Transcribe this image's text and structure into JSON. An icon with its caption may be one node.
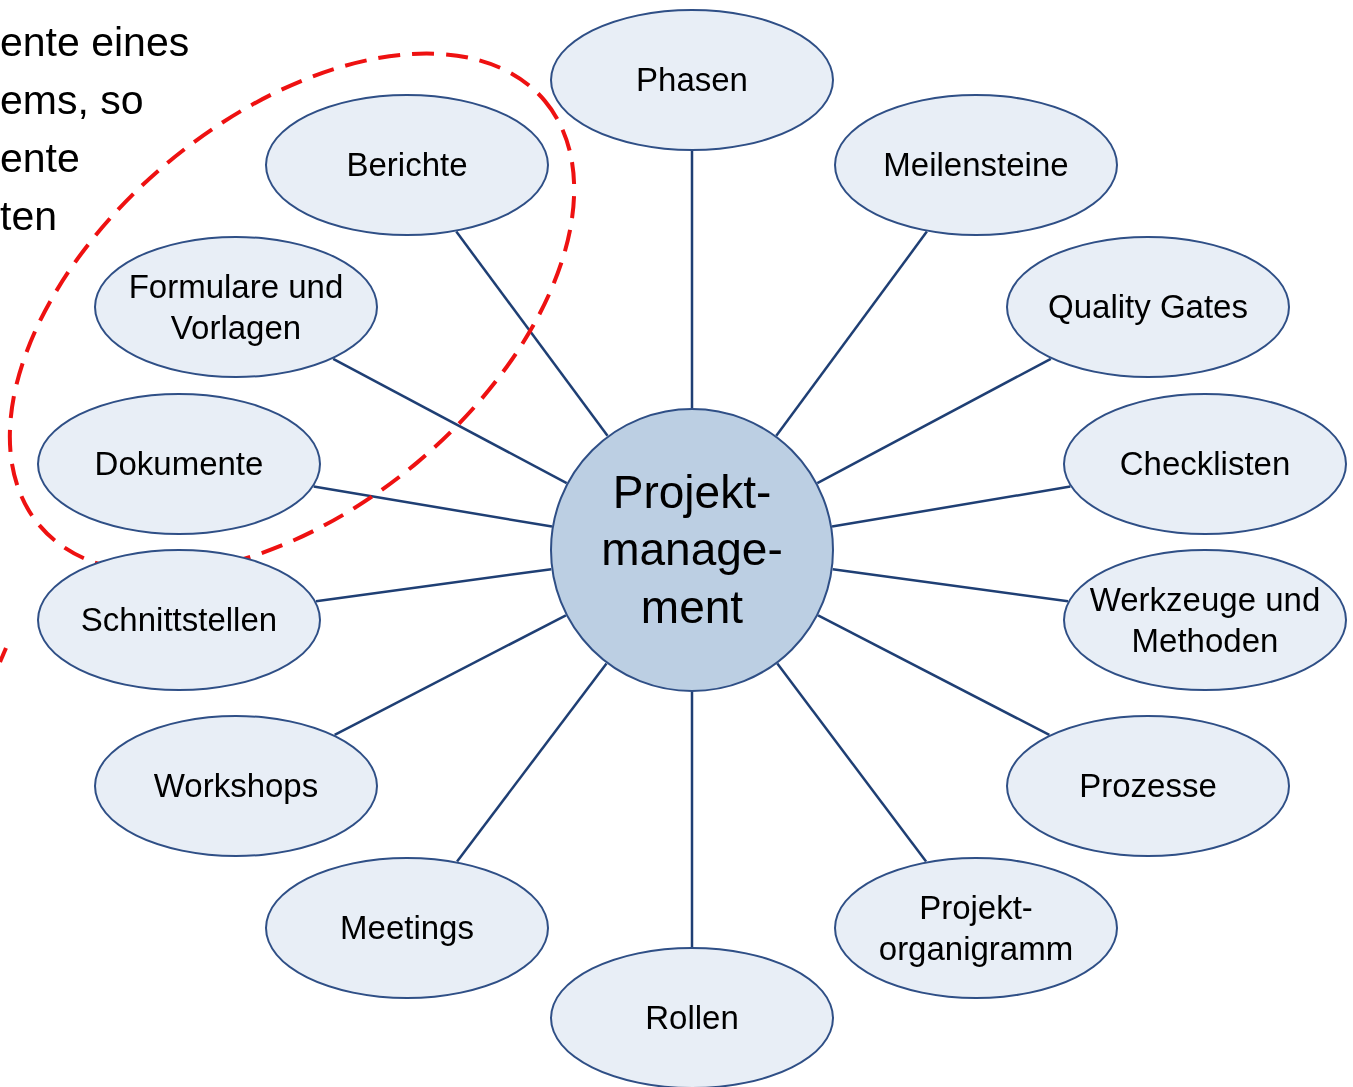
{
  "diagram": {
    "nodes": [
      {
        "text": [
          "Projekt- manage- ment"
        ]
      },
      {
        "text": [
          "Phasen"
        ]
      },
      {
        "text": [
          "Berichte"
        ]
      },
      {
        "text": [
          "Meilensteine"
        ]
      },
      {
        "text": [
          "Formulare und Vorlagen"
        ]
      },
      {
        "text": [
          "Quality Gates"
        ]
      },
      {
        "text": [
          "Dokumente"
        ]
      },
      {
        "text": [
          "Checklisten"
        ]
      },
      {
        "text": [
          "Schnittstellen"
        ]
      },
      {
        "text": [
          "Werkzeuge und Methoden"
        ]
      },
      {
        "text": [
          "Workshops"
        ]
      },
      {
        "text": [
          "Prozesse"
        ]
      },
      {
        "text": [
          "Meetings"
        ]
      },
      {
        "text": [
          "Projekt- organigramm"
        ]
      },
      {
        "text": [
          "Rollen"
        ]
      }
    ],
    "edges": [
      {
        "from": 0,
        "to": 1,
        "arrow": "none"
      },
      {
        "from": 0,
        "to": 2,
        "arrow": "none"
      },
      {
        "from": 0,
        "to": 3,
        "arrow": "none"
      },
      {
        "from": 0,
        "to": 4,
        "arrow": "none"
      },
      {
        "from": 0,
        "to": 5,
        "arrow": "none"
      },
      {
        "from": 0,
        "to": 6,
        "arrow": "none"
      },
      {
        "from": 0,
        "to": 7,
        "arrow": "none"
      },
      {
        "from": 0,
        "to": 8,
        "arrow": "none"
      },
      {
        "from": 0,
        "to": 9,
        "arrow": "none"
      },
      {
        "from": 0,
        "to": 10,
        "arrow": "none"
      },
      {
        "from": 0,
        "to": 11,
        "arrow": "none"
      },
      {
        "from": 0,
        "to": 12,
        "arrow": "none"
      },
      {
        "from": 0,
        "to": 13,
        "arrow": "none"
      },
      {
        "from": 0,
        "to": 14,
        "arrow": "none"
      }
    ],
    "labels": [
      "ente eines",
      "ems, so",
      "ente",
      "ten"
    ]
  }
}
